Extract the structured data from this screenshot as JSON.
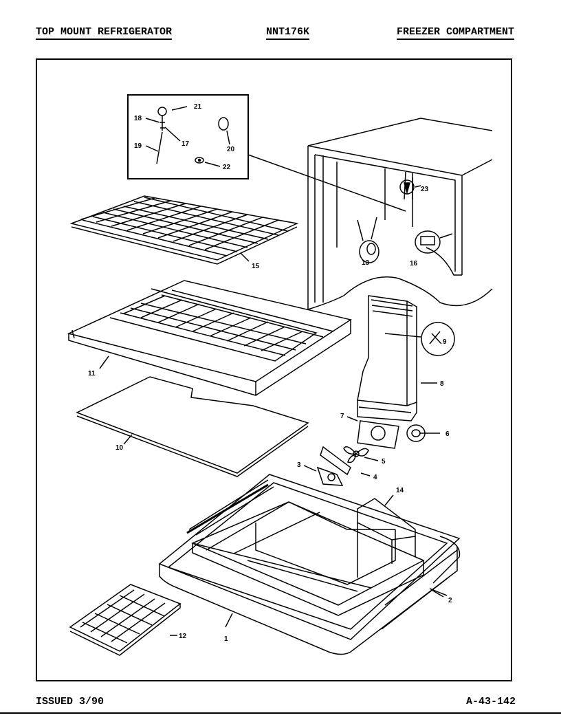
{
  "header": {
    "left": "TOP MOUNT REFRIGERATOR",
    "center": "NNT176K",
    "right": "FREEZER COMPARTMENT"
  },
  "footer": {
    "left": "ISSUED 3/90",
    "right": "A-43-142"
  },
  "callouts": {
    "c1": "1",
    "c2": "2",
    "c3": "3",
    "c4": "4",
    "c5": "5",
    "c6": "6",
    "c7": "7",
    "c8": "8",
    "c9": "9",
    "c10": "10",
    "c11": "11",
    "c12": "12",
    "c13": "13",
    "c14": "14",
    "c15": "15",
    "c16": "16",
    "c17": "17",
    "c18": "18",
    "c19": "19",
    "c20": "20",
    "c21": "21",
    "c22": "22",
    "c23": "23"
  }
}
